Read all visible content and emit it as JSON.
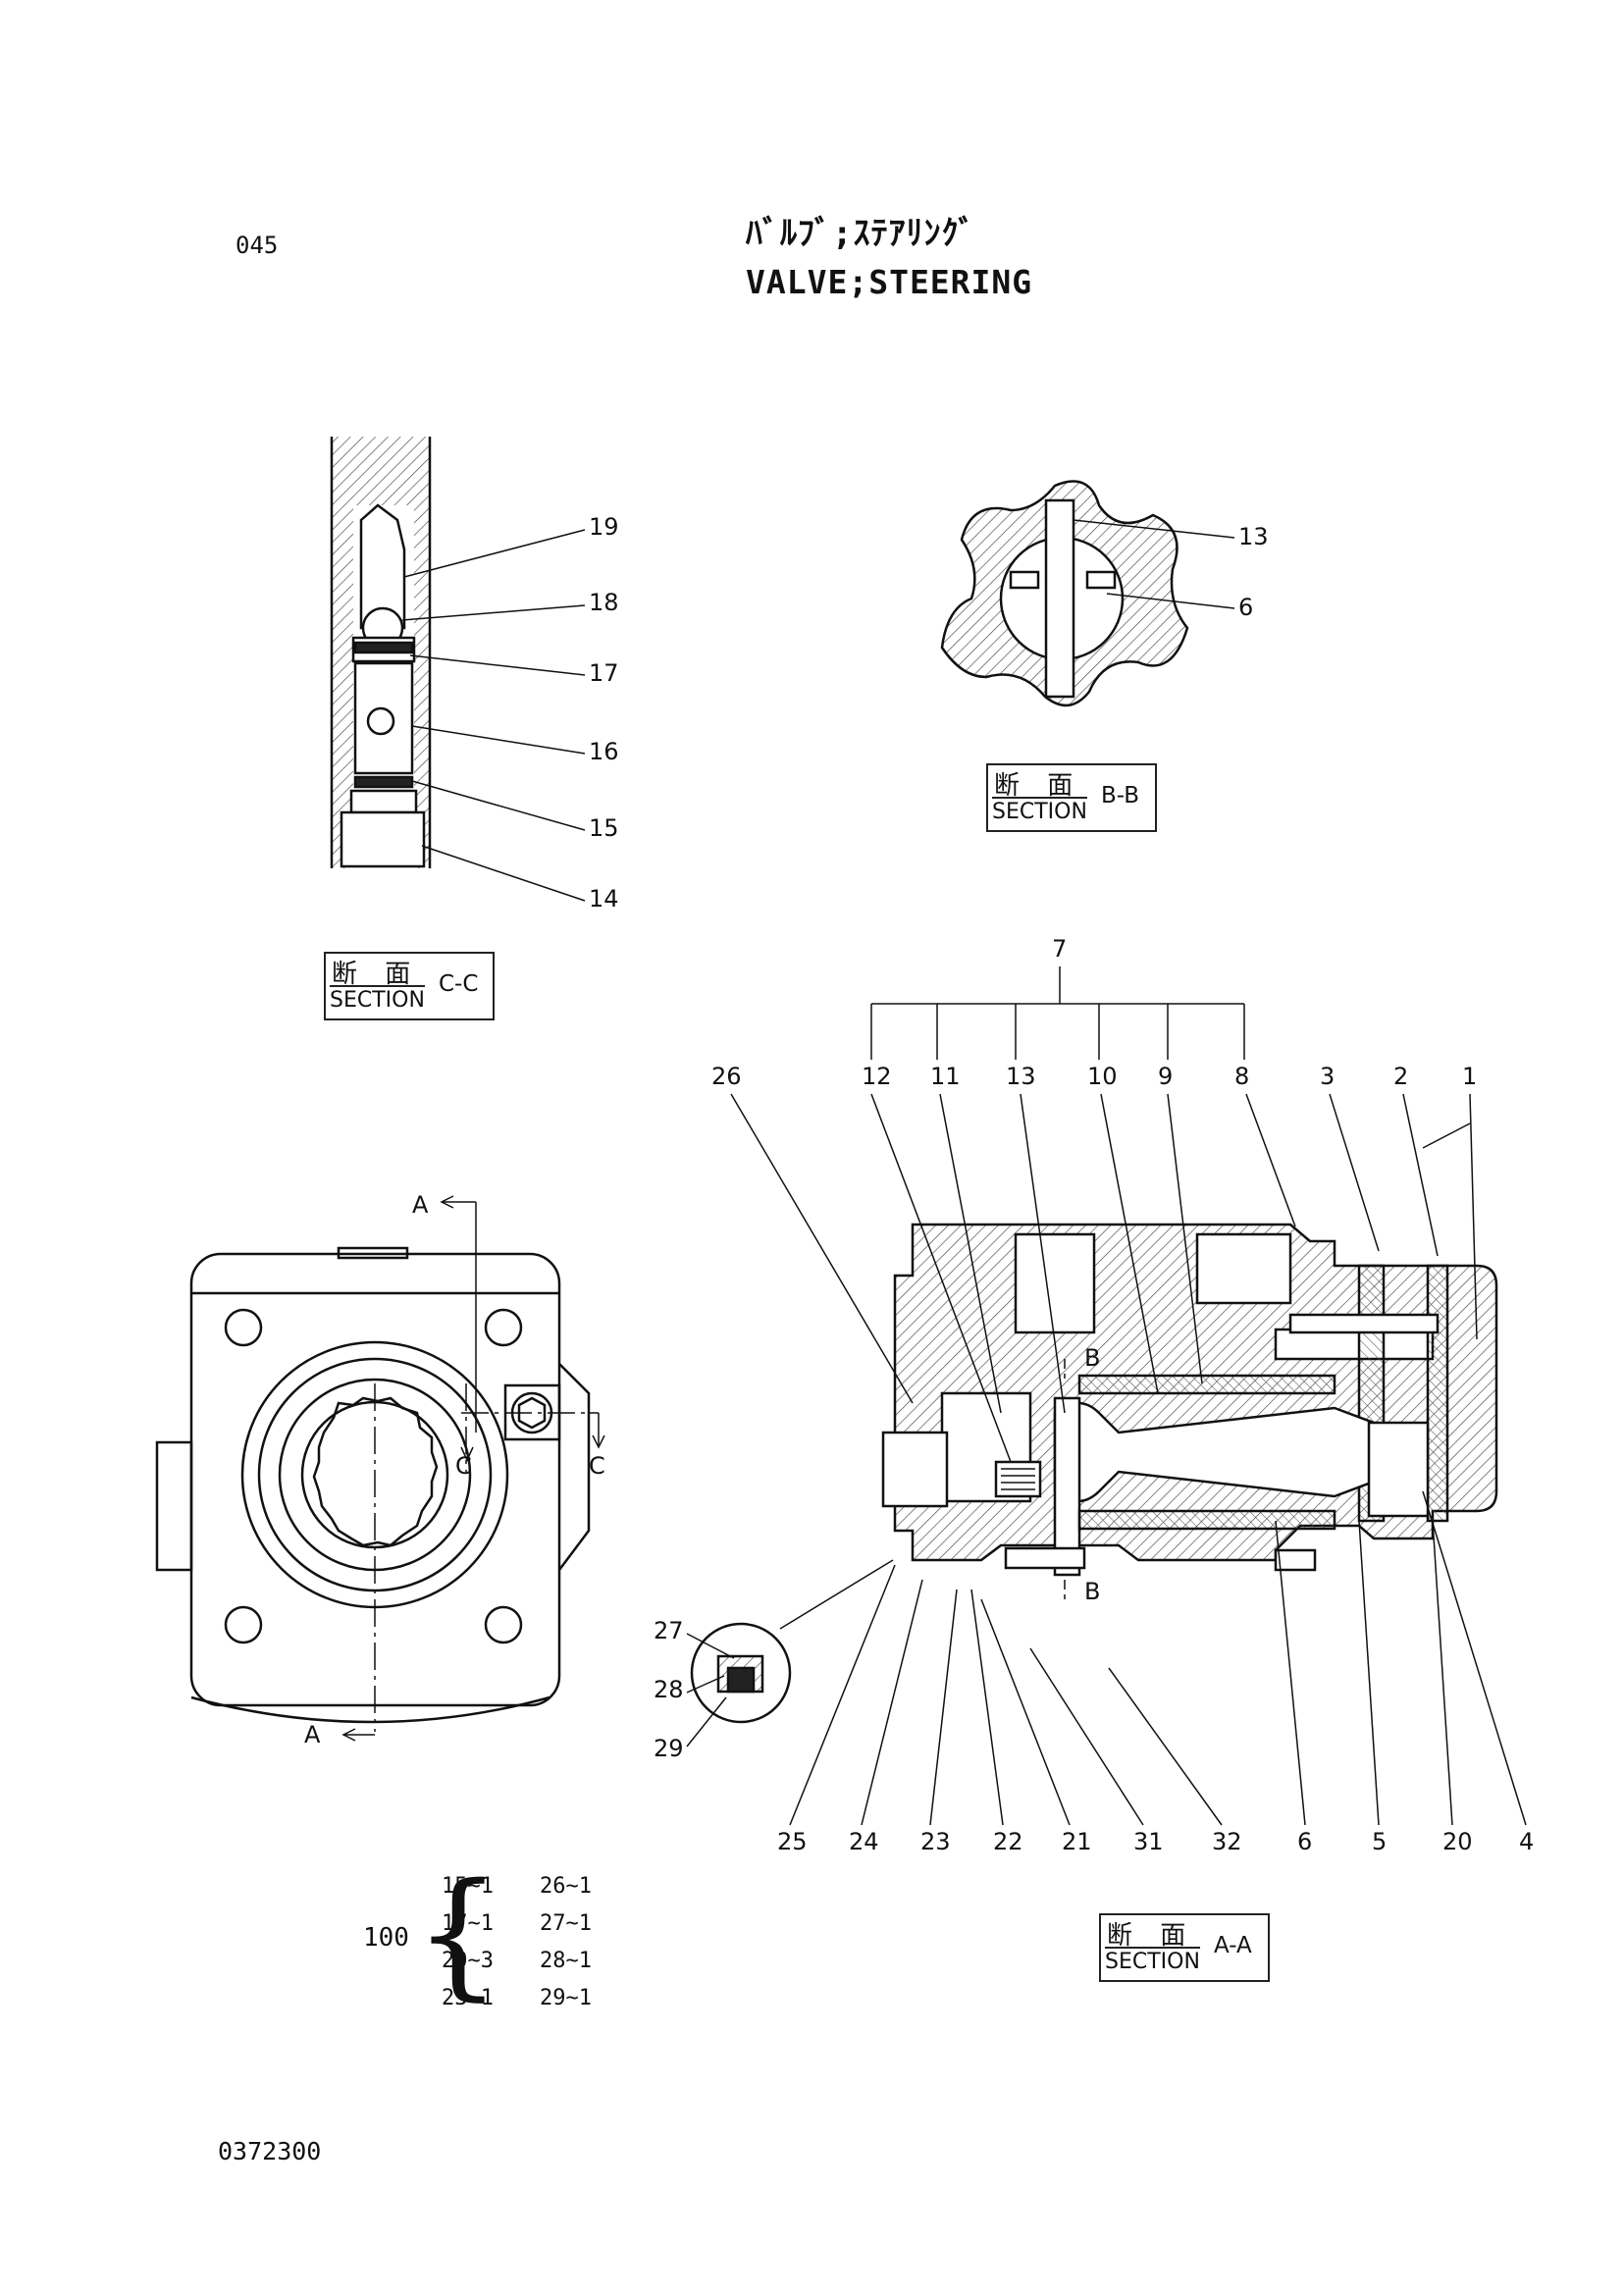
{
  "page_number": "045",
  "title_jp": "ﾊﾞﾙﾌﾞ;ｽﾃｱﾘﾝｸﾞ",
  "title_en": "VALVE;STEERING",
  "document_number": "0372300",
  "sections": {
    "cc": {
      "kanji": "断 面",
      "label": "SECTION",
      "id": "C-C"
    },
    "bb": {
      "kanji": "断 面",
      "label": "SECTION",
      "id": "B-B"
    },
    "aa": {
      "kanji": "断 面",
      "label": "SECTION",
      "id": "A-A"
    }
  },
  "callouts_cc": [
    "19",
    "18",
    "17",
    "16",
    "15",
    "14"
  ],
  "callouts_bb": [
    "13",
    "6"
  ],
  "group_label": "7",
  "callouts_aa_top": [
    "26",
    "12",
    "11",
    "13",
    "10",
    "9",
    "8",
    "3",
    "2",
    "1"
  ],
  "callouts_aa_bottom": [
    "25",
    "24",
    "23",
    "22",
    "21",
    "31",
    "32",
    "6",
    "5",
    "20",
    "4"
  ],
  "callouts_detail": [
    "27",
    "28",
    "29"
  ],
  "view_markers": {
    "a": "A",
    "c": "C",
    "b": "B"
  },
  "kit": {
    "id": "100",
    "col1": [
      "15~1",
      "17~1",
      "20~3",
      "23~1"
    ],
    "col2": [
      "26~1",
      "27~1",
      "28~1",
      "29~1"
    ]
  }
}
